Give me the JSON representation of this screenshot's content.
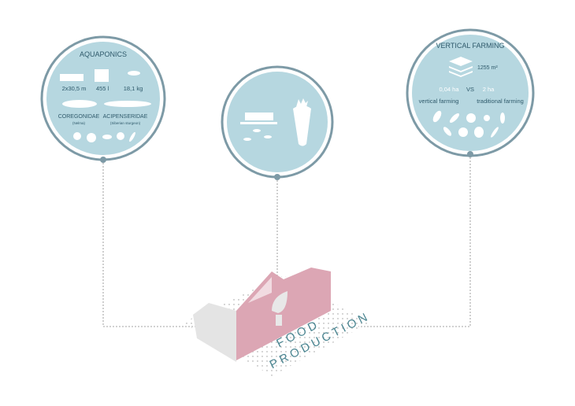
{
  "colors": {
    "ring": "#7d9aa6",
    "fill": "#b6d7e0",
    "text": "#2f5a6b",
    "white": "#ffffff",
    "building": "#dca6b4",
    "label": "#4a8591"
  },
  "aquaponics": {
    "title": "AQUAPONICS",
    "stats": [
      "2x30,5 m",
      "455 l",
      "18,1 kg"
    ],
    "fish1_name": "COREGONIDAE",
    "fish1_sub": "(Nelma)",
    "fish2_name": "ACIPENSERIDAE",
    "fish2_sub": "(Siberian sturgeon)"
  },
  "vertical_farming": {
    "title": "VERTICAL FARMING",
    "area": "1255 m²",
    "vertical_ha": "0,04 ha",
    "vs": "VS",
    "traditional_ha": "2 ha",
    "vertical_label": "vertical farming",
    "traditional_label": "traditional farming"
  },
  "building": {
    "label_line1": "FOOD",
    "label_line2": "PRODUCTION"
  }
}
